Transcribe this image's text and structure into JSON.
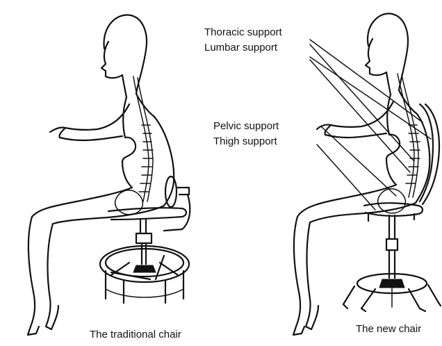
{
  "labels": {
    "thoracic": "Thoracic support",
    "lumbar": "Lumbar support",
    "pelvic": "Pelvic support",
    "thigh": "Thigh support"
  },
  "captions": {
    "left": "The traditional chair",
    "right": "The new chair"
  }
}
